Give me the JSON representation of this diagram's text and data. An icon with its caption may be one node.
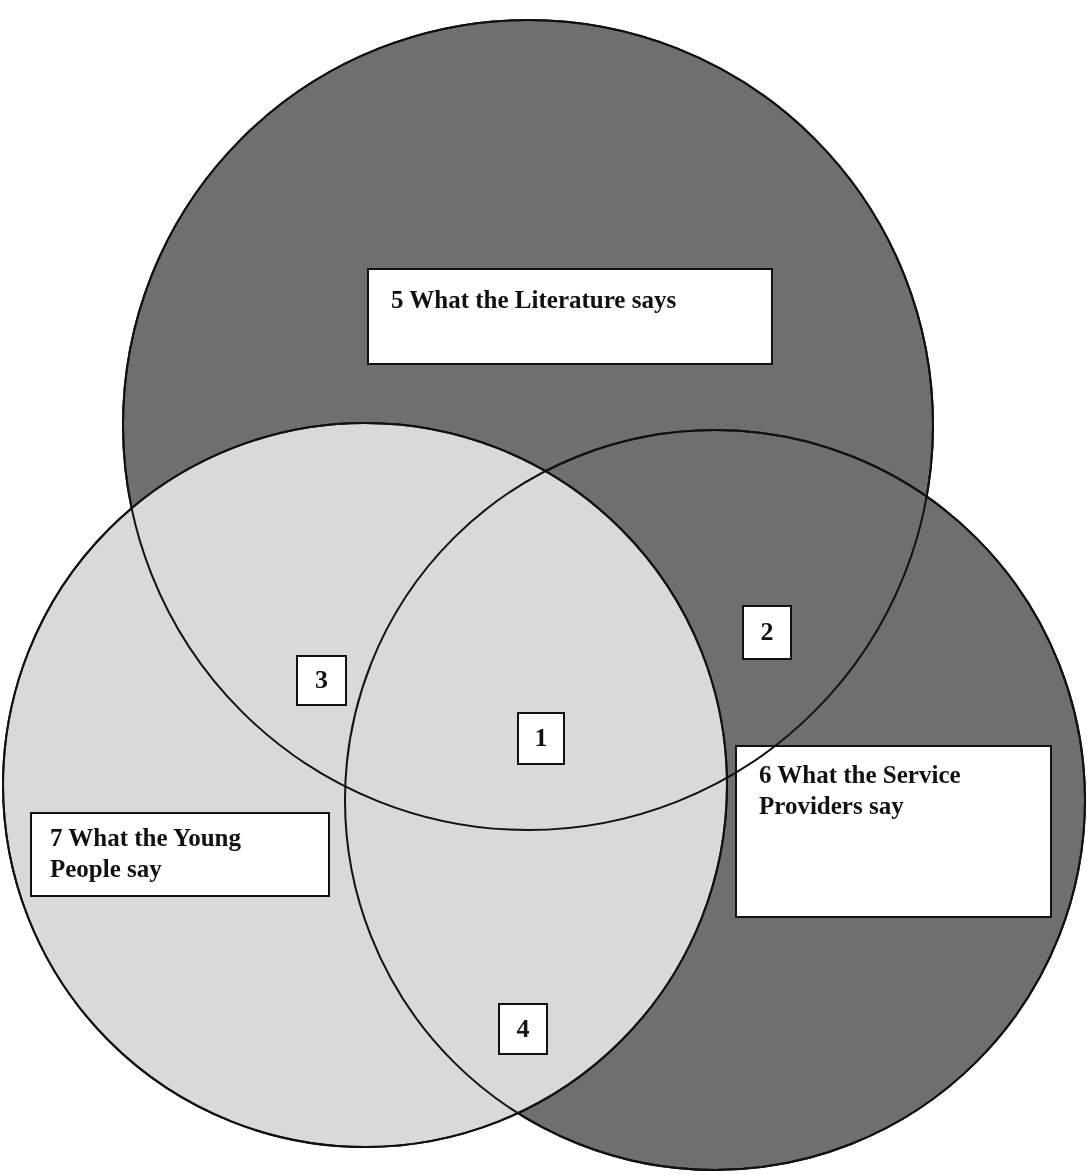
{
  "diagram": {
    "nodes": [
      {
        "text": [],
        "shape": "circle"
      },
      {
        "text": [
          "5 What the Literature says"
        ],
        "in": 0
      },
      {
        "text": [
          "3"
        ]
      },
      {
        "text": [
          "2"
        ]
      },
      {
        "text": [
          "1"
        ]
      },
      {
        "text": [],
        "shape": "circle"
      },
      {
        "text": [
          "7 What the Young People say"
        ],
        "in": 5
      },
      {
        "text": [],
        "shape": "circle"
      },
      {
        "text": [
          "6 What the Service Providers say"
        ],
        "in": 7
      },
      {
        "text": [
          "4"
        ]
      }
    ],
    "edges": []
  }
}
